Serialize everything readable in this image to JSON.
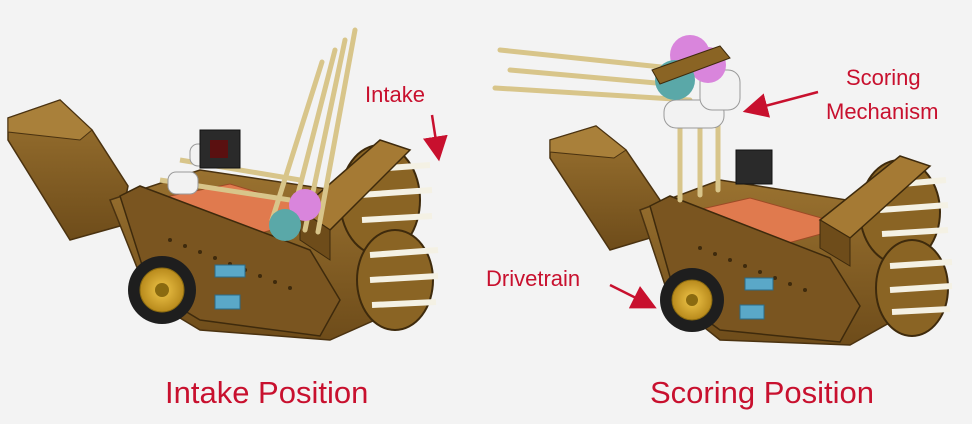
{
  "colors": {
    "accent": "#c8102e",
    "frame": "#8a6424",
    "frame_dark": "#5e4016",
    "plate": "#e07a4e",
    "wheel": "#d4a72c",
    "dowel": "#d8c58a",
    "teal": "#5aa8a8",
    "pink": "#d985dc",
    "background": "#f3f3f3"
  },
  "left_panel": {
    "callout_intake": "Intake",
    "caption": "Intake Position"
  },
  "right_panel": {
    "callout_scoring_line1": "Scoring",
    "callout_scoring_line2": "Mechanism",
    "callout_drivetrain": "Drivetrain",
    "caption": "Scoring Position"
  }
}
